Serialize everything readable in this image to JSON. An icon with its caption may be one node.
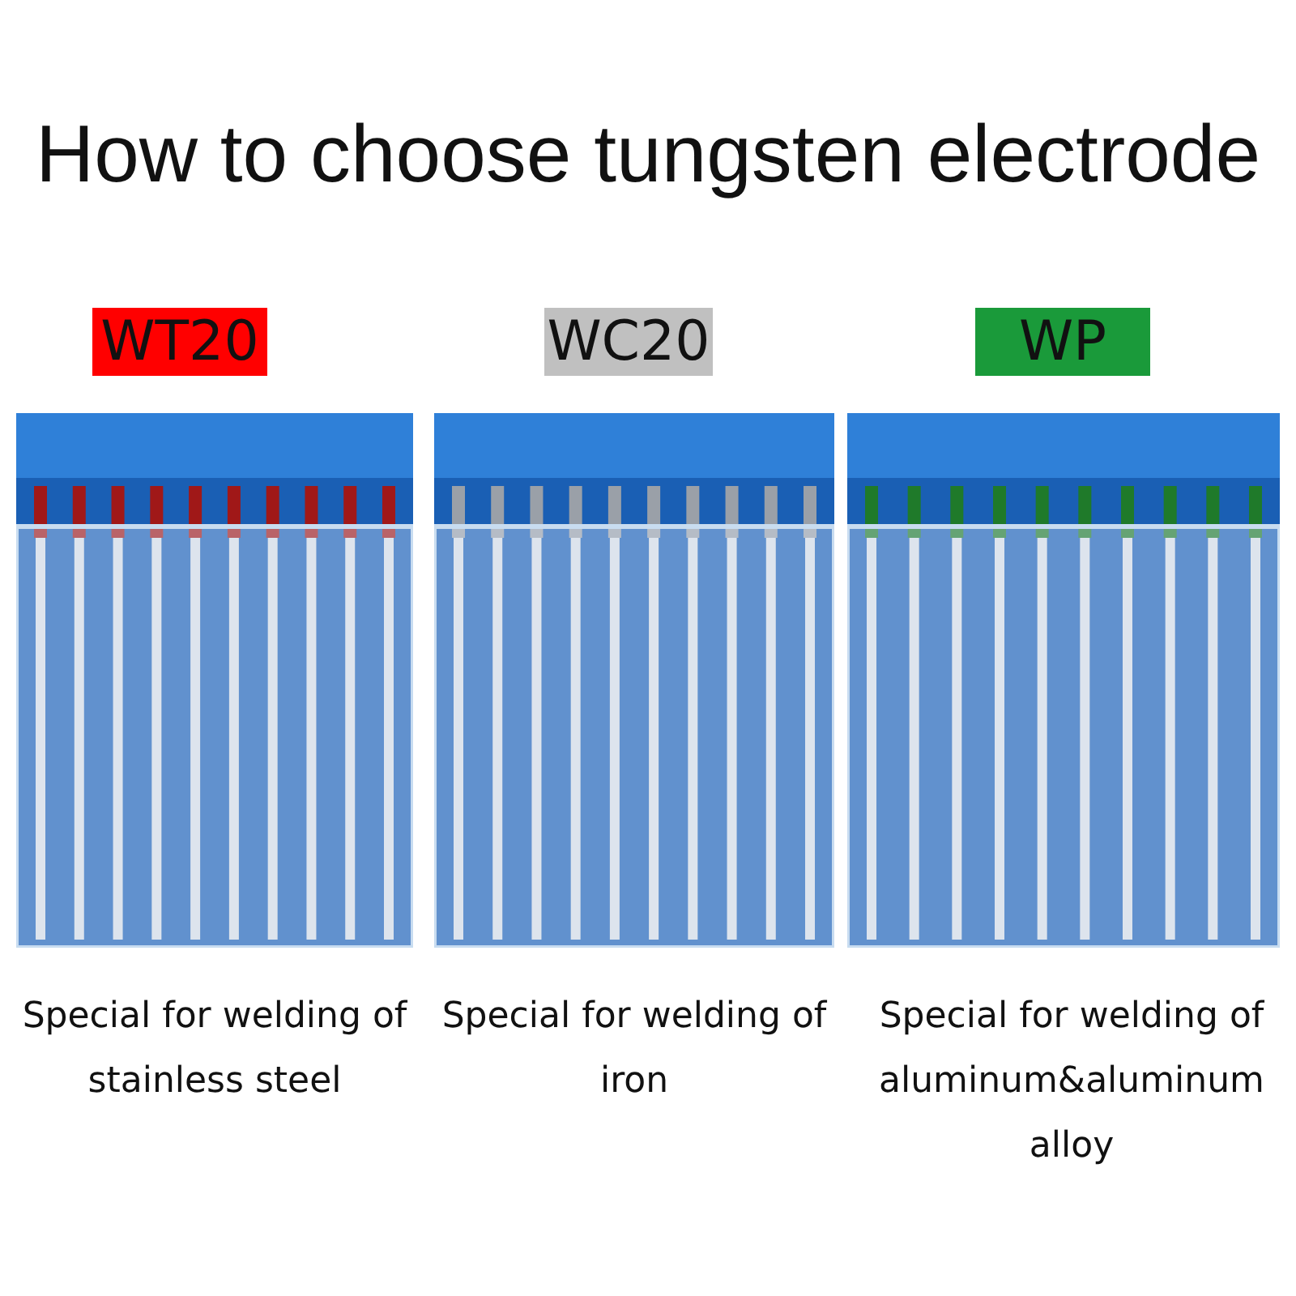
{
  "diagram": {
    "title": "How to choose tungsten electrode",
    "nodes": [
      {
        "text": [
          "WT20"
        ]
      },
      {
        "text": [
          "WC20"
        ]
      },
      {
        "text": [
          "WP"
        ]
      }
    ],
    "labels": [
      "Special for welding of stainless steel",
      "Special for welding of iron",
      "Special for welding of aluminum&aluminum alloy"
    ]
  }
}
